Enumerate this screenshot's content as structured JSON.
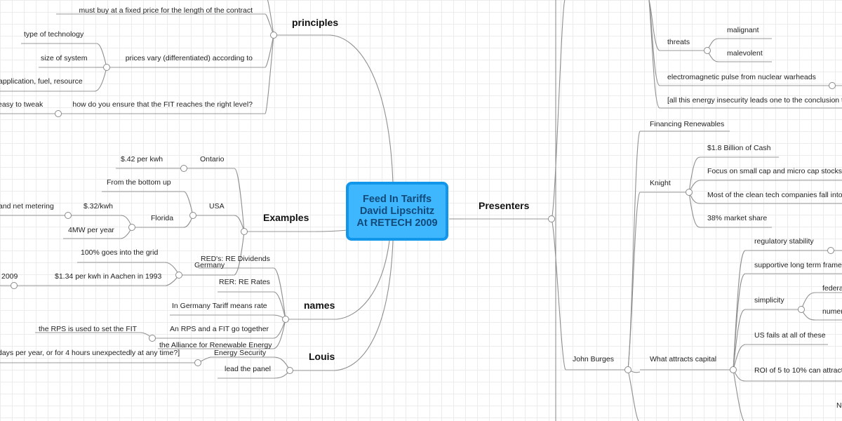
{
  "central": {
    "line1": "Feed In Tariffs",
    "line2": "David Lipschitz",
    "line3": "At RETECH 2009"
  },
  "branches": {
    "principles": "principles",
    "examples": "Examples",
    "names": "names",
    "louis": "Louis",
    "presenters": "Presenters"
  },
  "principles": {
    "fixed_price": "must buy at a fixed price for the length of the contract",
    "prices_vary": "prices vary (differentiated) according to",
    "type_of_technology": "type of technology",
    "size_of_system": "size of system",
    "application": "application, fuel, resource",
    "right_level": "how do you ensure that the FIT reaches the right level?",
    "easy_to_tweak": "easy to tweak"
  },
  "examples": {
    "ontario": "Ontario",
    "ontario_price": "$.42 per kwh",
    "usa": "USA",
    "from_bottom_up": "From the bottom up",
    "florida": "Florida",
    "florida_price": "$.32/kwh",
    "net_metering": "and net metering",
    "florida_capacity": "4MW per year",
    "germany": "Germany",
    "grid_100": "100% goes into the grid",
    "aachen": "$1.34 per kwh in Aachen in 1993",
    "year_2009": "2009"
  },
  "names": {
    "reds": "RED's: RE Dividends",
    "rer": "RER: RE Rates",
    "tariff_means_rate": "In Germany Tariff means rate",
    "rps_fit": "An RPS and a FIT go together",
    "rps_sets_fit": "the RPS is used to set the FIT",
    "alliance": "the Alliance for Renewable Energy"
  },
  "louis": {
    "energy_security": "Energy Security",
    "days_per_year": "days per year, or for 4 hours unexpectedly at any time?]",
    "lead_panel": "lead the panel"
  },
  "presenters": {
    "threats": "threats",
    "malignant": "malignant",
    "malevolent": "malevolent",
    "emp": "electromagnetic pulse from nuclear warheads",
    "energy_insecurity": "[all this energy insecurity leads one to the conclusion t",
    "financing_renewables": "Financing Renewables",
    "knight": "Knight",
    "cash": "$1.8 Billion of Cash",
    "small_cap": "Focus on small cap and micro cap stocks",
    "clean_tech": "Most of the clean tech companies fall into",
    "market_share": "38% market share",
    "john_burges": "John Burges",
    "what_attracts_capital": "What attracts capital",
    "regulatory_stability": "regulatory stability",
    "supportive_long_term": "supportive long term frame",
    "simplicity": "simplicity",
    "federal": "federa",
    "numerous": "numer",
    "us_fails": "US fails at all of these",
    "roi": "ROI of 5 to 10% can attract",
    "n_cut": "N"
  }
}
